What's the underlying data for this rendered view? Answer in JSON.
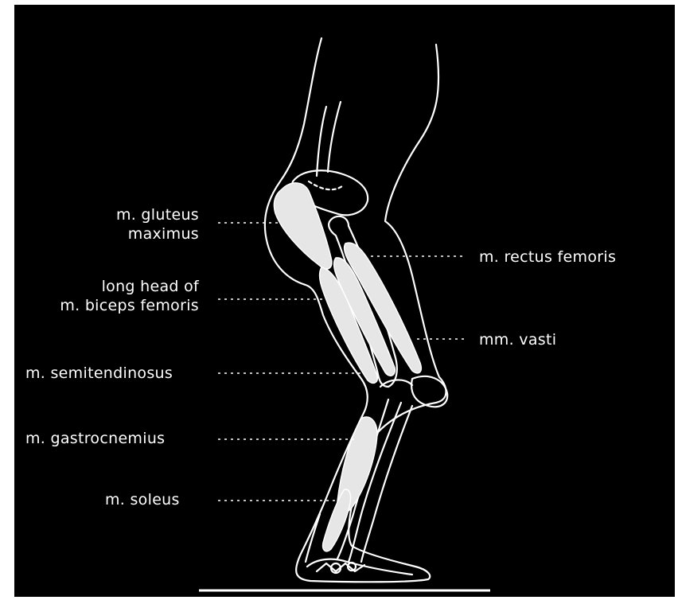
{
  "colors": {
    "background": "#000000",
    "line": "#ffffff",
    "muscle": "#e8e8e8"
  },
  "labels_left": {
    "gluteus_1": "m. gluteus",
    "gluteus_2": "maximus",
    "biceps_1": "long head of",
    "biceps_2": "m. biceps femoris",
    "semitendinosus": "m. semitendinosus",
    "gastrocnemius": "m. gastrocnemius",
    "soleus": "m. soleus"
  },
  "labels_right": {
    "rectus_femoris": "m. rectus femoris",
    "vasti": "mm. vasti"
  }
}
